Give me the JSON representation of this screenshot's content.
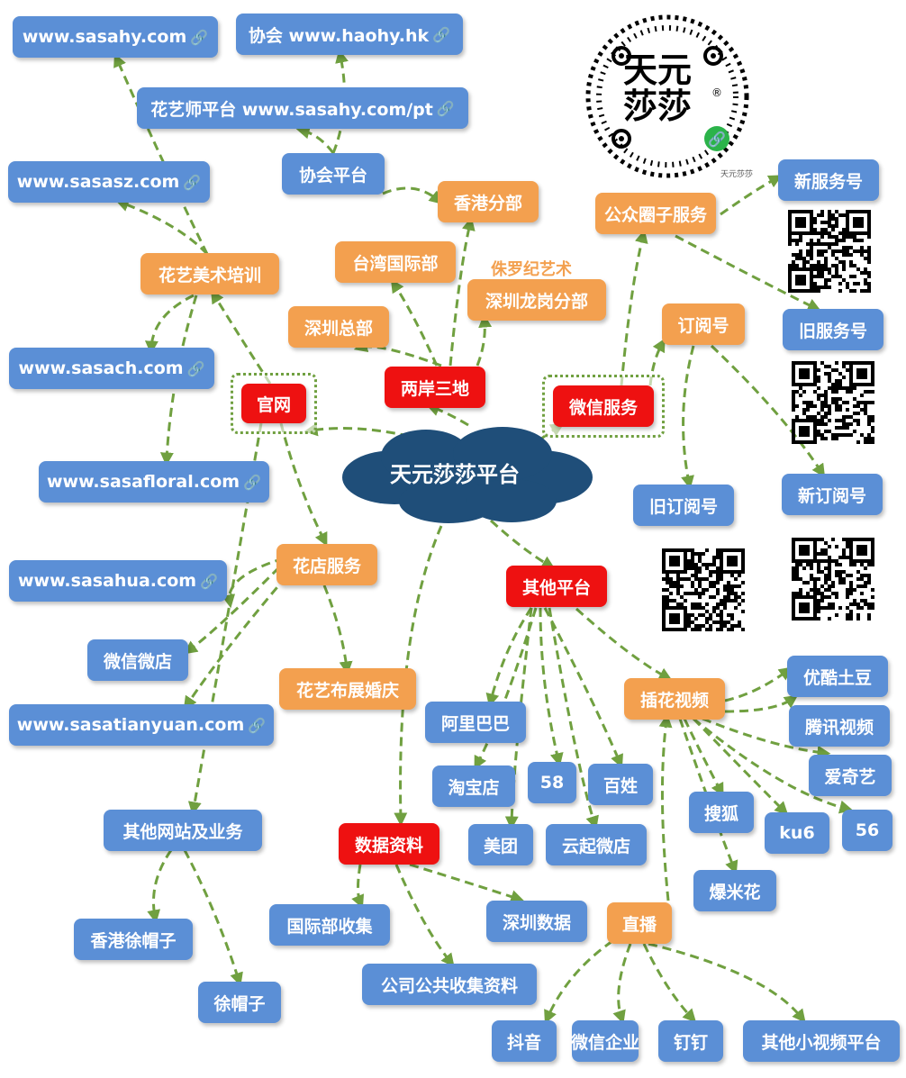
{
  "center": "天元莎莎平台",
  "mini_program": {
    "logo_line1": "天元",
    "logo_line2": "莎莎",
    "registered": "®",
    "caption": "天元莎莎"
  },
  "nodes": {
    "sasahy": "www.sasahy.com",
    "haohy": "协会 www.haohy.hk",
    "pt": "花艺师平台 www.sasahy.com/pt",
    "xiehui_pingtai": "协会平台",
    "sasasz": "www.sasasz.com",
    "huayi_peixun": "花艺美术培训",
    "sasach": "www.sasach.com",
    "guanwang": "官网",
    "sasafloral": "www.sasafloral.com",
    "sasahua": "www.sasahua.com",
    "weixin_weidian": "微信微店",
    "sasatianyuan": "www.sasatianyuan.com",
    "qita_wangzhan": "其他网站及业务",
    "xianggang_xu": "香港徐帽子",
    "xu_maozi": "徐帽子",
    "huadian": "花店服务",
    "buzhan": "花艺布展婚庆",
    "liangan": "两岸三地",
    "shenzhen_zongbu": "深圳总部",
    "taiwan": "台湾国际部",
    "xianggang_fenbu": "香港分部",
    "longgang": "深圳龙岗分部",
    "weixin_fuwu": "微信服务",
    "gongzhong": "公众圈子服务",
    "xin_fuwuhao": "新服务号",
    "jiu_fuwuhao": "旧服务号",
    "dingyuehao": "订阅号",
    "jiu_dingyue": "旧订阅号",
    "xin_dingyue": "新订阅号",
    "qita_pingtai": "其他平台",
    "alibaba": "阿里巴巴",
    "taobao": "淘宝店",
    "n58": "58",
    "baixing": "百姓",
    "meituan": "美团",
    "yunqi": "云起微店",
    "chahua": "插花视频",
    "youku": "优酷土豆",
    "tengxun": "腾讯视频",
    "aiqiyi": "爱奇艺",
    "souhu": "搜狐",
    "ku6": "ku6",
    "n56": "56",
    "baomihua": "爆米花",
    "shuju": "数据资料",
    "guoji_shouji": "国际部收集",
    "shenzhen_shuju": "深圳数据",
    "gongsi": "公司公共收集资料",
    "zhibo": "直播",
    "douyin": "抖音",
    "weixin_qiye": "微信企业",
    "dingding": "钉钉",
    "qita_xiaoshipin": "其他小视频平台"
  },
  "label_jurassic": "侏罗纪艺术",
  "colors": {
    "blue": "#5B8FD6",
    "orange": "#F3A04F",
    "red": "#EE1111",
    "cloud": "#1F4E79",
    "arrow": "#70A040"
  },
  "icons": {
    "link": "link-icon",
    "qr": "qr-code-icon"
  }
}
